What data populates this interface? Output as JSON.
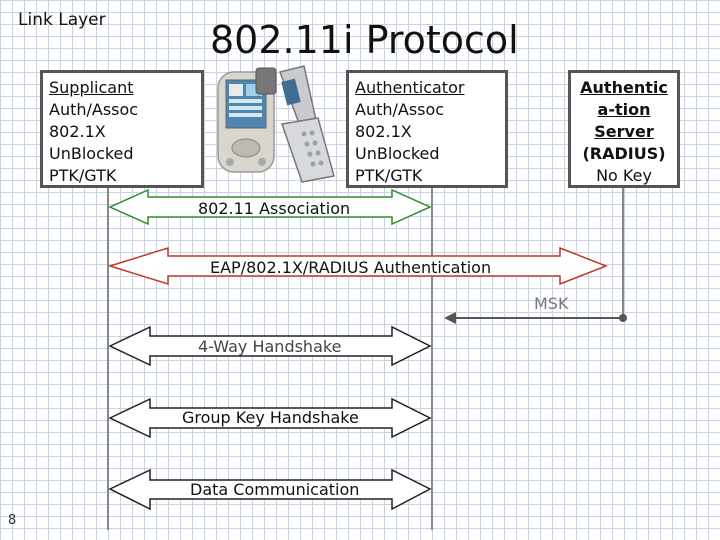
{
  "section_label": "Link Layer",
  "title": "802.11i Protocol",
  "supplicant": {
    "name": "Supplicant",
    "lines": [
      "Auth/Assoc",
      "802.1X UnBlocked",
      "PTK/GTK"
    ]
  },
  "authenticator": {
    "name": "Authenticator",
    "lines": [
      "Auth/Assoc",
      "802.1X UnBlocked",
      "PTK/GTK"
    ]
  },
  "auth_server": {
    "name_lines": [
      "Authentic",
      "a-tion",
      "Server"
    ],
    "sub": "(RADIUS)",
    "status": "No Key"
  },
  "messages": {
    "association": "802.11 Association",
    "eap": "EAP/802.1X/RADIUS Authentication",
    "msk": "MSK",
    "four_way": "4-Way Handshake",
    "group_key": "Group Key Handshake",
    "data": "Data Communication"
  },
  "colors": {
    "association": "#2e8b2e",
    "eap": "#c0392b",
    "msk": "#555555",
    "outline": "#555555"
  },
  "icons": [
    "pda-icon",
    "flip-phone-icon"
  ],
  "page_number": "8"
}
